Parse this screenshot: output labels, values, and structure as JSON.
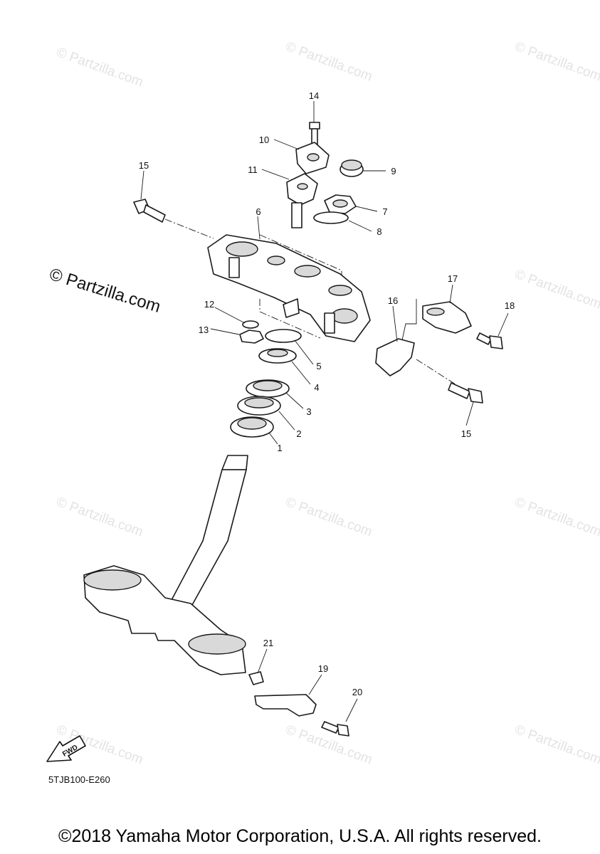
{
  "diagram": {
    "watermark_text": "© Partzilla.com",
    "watermark_main": "© Partzilla.com",
    "part_labels": [
      "1",
      "2",
      "3",
      "4",
      "5",
      "6",
      "7",
      "8",
      "9",
      "10",
      "11",
      "12",
      "13",
      "14",
      "15",
      "15",
      "16",
      "17",
      "18",
      "19",
      "20",
      "21"
    ],
    "fwd_label": "FWD",
    "diagram_code": "5TJB100-E260"
  },
  "footer": {
    "copyright": "©2018 Yamaha Motor Corporation, U.S.A. All rights reserved."
  }
}
